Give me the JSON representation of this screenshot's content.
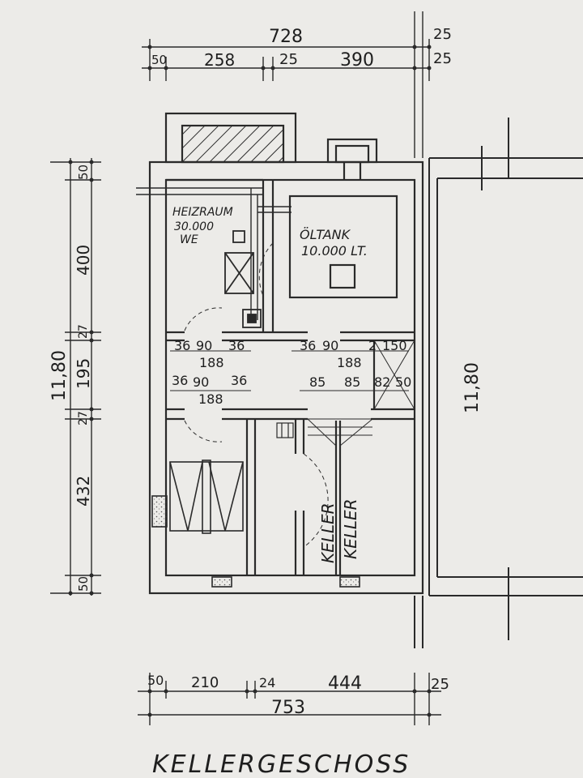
{
  "title": "KELLERGESCHOSS",
  "rooms": {
    "heizraum_label": "HEIZRAUM",
    "heizraum_capacity": "30.000",
    "heizraum_unit": "WE",
    "oeltank_label": "ÖLTANK",
    "oeltank_volume": "10.000 LT.",
    "keller_1": "KELLER",
    "keller_2": "KELLER"
  },
  "dimensions": {
    "top_total": "728",
    "top_right_outer": "25",
    "top_right_inner": "25",
    "top_parts": [
      "50",
      "258",
      "25",
      "390"
    ],
    "bottom_parts": [
      "50",
      "210",
      "24",
      "444",
      "25"
    ],
    "bottom_total": "753",
    "left_total": "11,80",
    "left_parts": [
      "50",
      "400",
      "27",
      "195",
      "27",
      "432",
      "50"
    ],
    "right_total": "11,80",
    "corridor_upper": [
      "36",
      "90",
      "36",
      "188",
      "36",
      "90",
      "188",
      "2",
      "150"
    ],
    "corridor_lower": [
      "36",
      "90",
      "36",
      "188",
      "85",
      "85",
      "82",
      "50"
    ]
  },
  "colors": {
    "paper": "#ecebe8",
    "ink": "#2a2a2a"
  }
}
